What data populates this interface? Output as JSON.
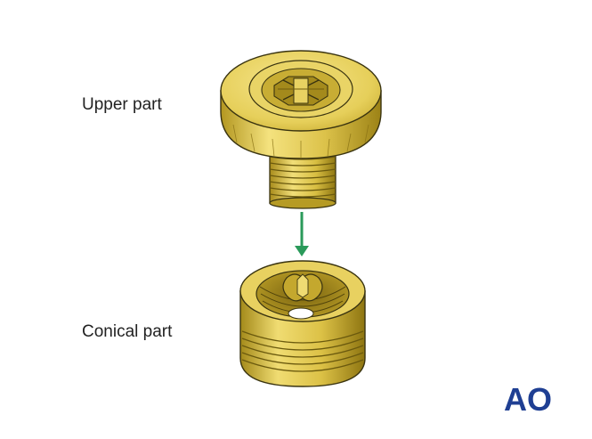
{
  "labels": {
    "upper": "Upper part",
    "conical": "Conical part"
  },
  "logo": {
    "text": "AO",
    "color": "#1f3f93"
  },
  "colors": {
    "gold_light": "#f3e07a",
    "gold_mid": "#d6bb3d",
    "gold_dark": "#9e8416",
    "outline": "#3a3410",
    "arrow": "#2a9a5a"
  },
  "icons": {
    "upper_part": "screw-head-icon",
    "conical_part": "conical-nut-icon",
    "arrow": "arrow-down-icon"
  }
}
